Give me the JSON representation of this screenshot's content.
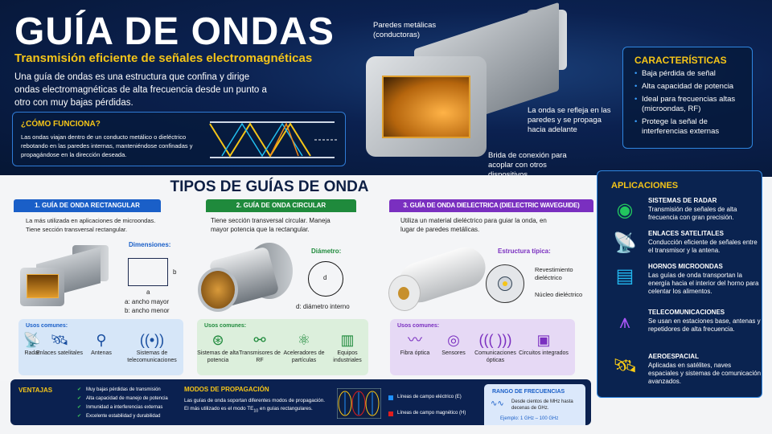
{
  "header": {
    "title": "GUÍA DE ONDAS",
    "subtitle": "Transmisión eficiente de señales electromagnéticas",
    "description": "Una guía de ondas es una estructura que confina y dirige ondas electromagnéticas de alta frecuencia desde un punto a otro con muy bajas pérdidas."
  },
  "how": {
    "title": "¿CÓMO FUNCIONA?",
    "text": "Las ondas viajan dentro de un conducto metálico o dieléctrico rebotando en las paredes internas, manteniéndose confinadas y propagándose en la dirección deseada."
  },
  "hero": {
    "label_walls": "Paredes metálicas (conductoras)",
    "label_reflect": "La onda se refleja en las paredes y se propaga hacia adelante",
    "label_flange": "Brida de conexión para acoplar con otros dispositivos"
  },
  "characteristics": {
    "title": "CARACTERÍSTICAS",
    "items": [
      "Baja pérdida de señal",
      "Alta capacidad de potencia",
      "Ideal para frecuencias altas (microondas, RF)",
      "Protege la señal de interferencias externas"
    ]
  },
  "types": {
    "title": "TIPOS DE GUÍAS DE ONDA",
    "rect": {
      "header": "1. GUÍA DE ONDA RECTANGULAR",
      "text": "La más utilizada en aplicaciones de microondas. Tiene sección transversal rectangular.",
      "dims_title": "Dimensiones:",
      "a": "a",
      "b": "b",
      "a_desc": "a: ancho mayor",
      "b_desc": "b: ancho menor",
      "uses_title": "Usos comunes:",
      "uses": [
        "Radar",
        "Enlaces satelitales",
        "Antenas",
        "Sistemas de telecomunicaciones"
      ],
      "color": "#1a5fc8"
    },
    "circ": {
      "header": "2. GUÍA DE ONDA CIRCULAR",
      "text": "Tiene sección transversal circular. Maneja mayor potencia que la rectangular.",
      "diam_title": "Diámetro:",
      "d": "d",
      "d_desc": "d: diámetro interno",
      "uses_title": "Usos comunes:",
      "uses": [
        "Sistemas de alta potencia",
        "Transmisores de RF",
        "Aceleradores de partículas",
        "Equipos industriales"
      ],
      "color": "#1f8a3c"
    },
    "diel": {
      "header": "3. GUÍA DE ONDA DIELECTRICA (DIELECTRIC WAVEGUIDE)",
      "text": "Utiliza un material dieléctrico para guiar la onda, en lugar de paredes metálicas.",
      "struct_title": "Estructura típica:",
      "cladding": "Revestimiento dieléctrico",
      "core": "Núcleo dieléctrico",
      "uses_title": "Usos comunes:",
      "uses": [
        "Fibra óptica",
        "Sensores",
        "Comunicaciones ópticas",
        "Circuitos integrados"
      ],
      "color": "#7a2fc0"
    }
  },
  "applications": {
    "title": "APLICACIONES",
    "items": [
      {
        "title": "SISTEMAS DE RADAR",
        "text": "Transmisión de señales de alta frecuencia con gran precisión.",
        "icon": "radar-icon",
        "color": "#22c55e"
      },
      {
        "title": "ENLACES SATELITALES",
        "text": "Conducción eficiente de señales entre el transmisor y la antena.",
        "icon": "satellite-dish-icon",
        "color": "#f59e0b"
      },
      {
        "title": "HORNOS MICROONDAS",
        "text": "Las guías de onda transportan la energía hacia el interior del horno para celentar los alimentos.",
        "icon": "microwave-icon",
        "color": "#22b8f0"
      },
      {
        "title": "TELECOMUNICACIONES",
        "text": "Se usan en estaciones base, antenas y repetidores de alta frecuencia.",
        "icon": "antenna-tower-icon",
        "color": "#a855f7"
      },
      {
        "title": "AEROESPACIAL",
        "text": "Aplicadas en satélites, naves espaciales y sistemas de comunicación avanzados.",
        "icon": "satellite-icon",
        "color": "#facc15"
      }
    ]
  },
  "bottom": {
    "advantages_title": "VENTAJAS",
    "advantages": [
      "Muy bajas pérdidas de transmisión",
      "Alta capacidad de manejo de potencia",
      "Inmunidad a interferencias externas",
      "Excelente estabilidad y durabilidad"
    ],
    "modes_title": "MODOS DE PROPAGACIÓN",
    "modes_text1": "Las guías de onda soportan diferentes modos de propagación.",
    "modes_text2": "El más utilizado es el modo TE",
    "modes_sub": "10",
    "modes_text3": " en guías rectangulares.",
    "legend_e": "Líneas de campo eléctrico (E)",
    "legend_h": "Líneas de campo magnético (H)",
    "color_e": "#1e90ff",
    "color_h": "#e11d1d",
    "freq_title": "RANGO DE FRECUENCIAS",
    "freq_text": "Desde cientos de MHz hasta decenas de GHz.",
    "freq_example": "Ejemplo: 1 GHz – 100 GHz"
  }
}
